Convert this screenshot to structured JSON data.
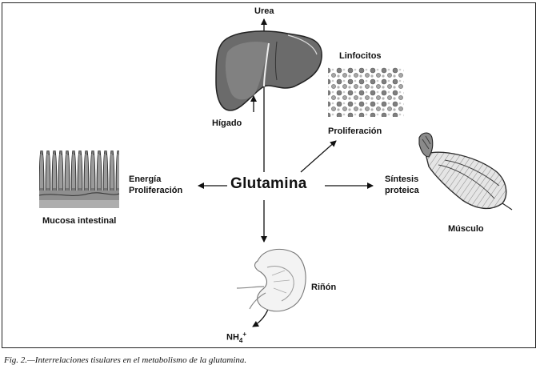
{
  "center_label": "Glutamina",
  "labels": {
    "urea": "Urea",
    "higado": "Hígado",
    "linfocitos": "Linfocitos",
    "proliferacion_linfocitos": "Proliferación",
    "energia": "Energía",
    "proliferacion_mucosa": "Proliferación",
    "mucosa": "Mucosa intestinal",
    "sintesis": "Síntesis",
    "proteica": "proteica",
    "musculo": "Músculo",
    "rinon": "Riñón",
    "nh4_base": "NH",
    "nh4_sub": "4",
    "nh4_sup": "+"
  },
  "caption": "Fig. 2.—Interrelaciones tisulares en el metabolismo de la glutamina.",
  "colors": {
    "ink": "#111111",
    "organ_gray": "#6b6b6b",
    "organ_dark": "#3a3a3a"
  },
  "icons": [
    "liver-illustration",
    "lymphocytes-illustration",
    "intestinal-mucosa-illustration",
    "muscle-illustration",
    "kidney-illustration"
  ]
}
